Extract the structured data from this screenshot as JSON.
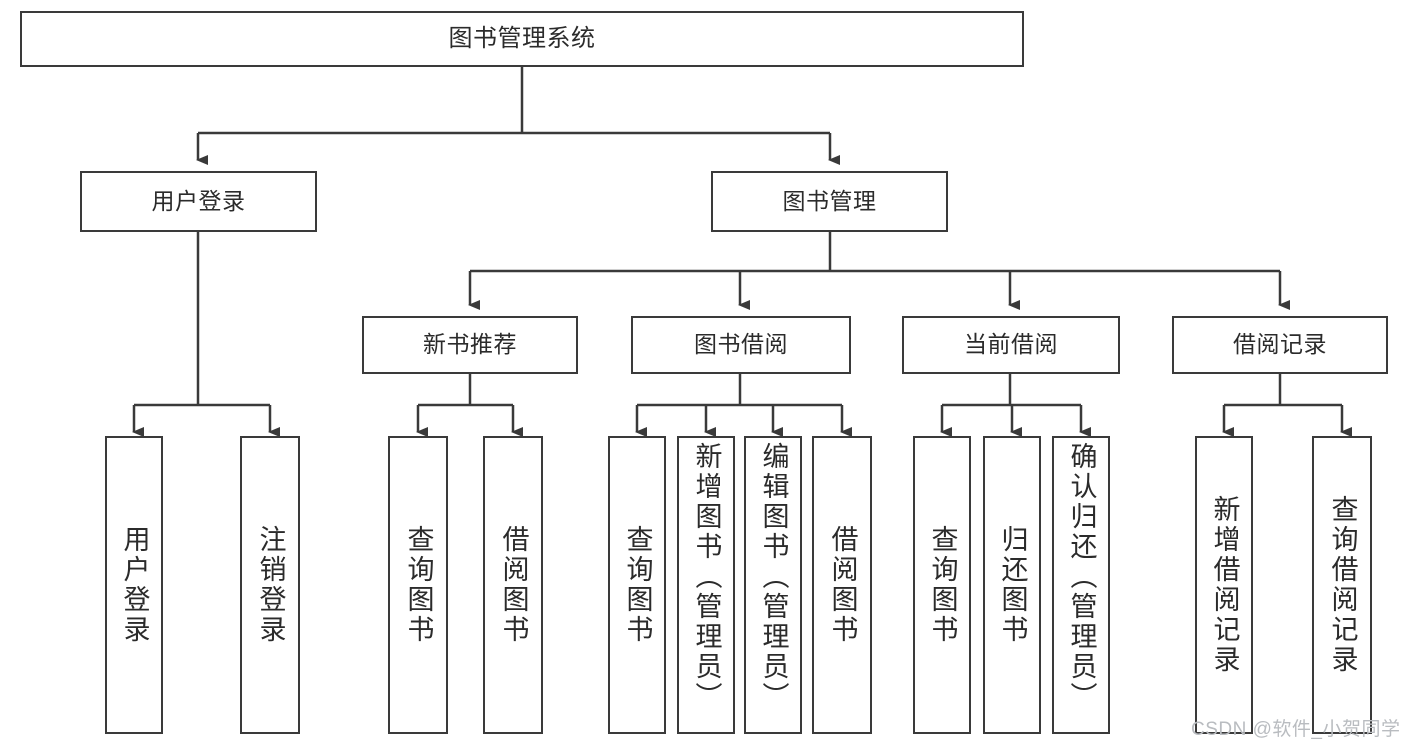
{
  "diagram": {
    "title": "图书管理系统",
    "type": "tree",
    "style": {
      "box_fill": "#ffffff",
      "box_border": "#3a3a3a",
      "text_color": "#2b2b2b",
      "edge_color": "#3a3a3a",
      "background": "#ffffff",
      "watermark_color": "#b9bcc0"
    },
    "nodes": {
      "root": {
        "label": "图书管理系统"
      },
      "tier2": [
        {
          "id": "user_login",
          "label": "用户登录"
        },
        {
          "id": "book_manage",
          "label": "图书管理"
        }
      ],
      "tier3": [
        {
          "id": "new_book_rec",
          "label": "新书推荐"
        },
        {
          "id": "book_borrow",
          "label": "图书借阅"
        },
        {
          "id": "current_borrow",
          "label": "当前借阅"
        },
        {
          "id": "borrow_record",
          "label": "借阅记录"
        }
      ],
      "leaves": {
        "user_login": [
          {
            "id": "leaf_login",
            "label": "用户登录"
          },
          {
            "id": "leaf_logout",
            "label": "注销登录"
          }
        ],
        "new_book_rec": [
          {
            "id": "leaf_query_book_1",
            "label": "查询图书"
          },
          {
            "id": "leaf_borrow_book_1",
            "label": "借阅图书"
          }
        ],
        "book_borrow": [
          {
            "id": "leaf_query_book_2",
            "label": "查询图书"
          },
          {
            "id": "leaf_add_book",
            "label": "新增图书（管理员）"
          },
          {
            "id": "leaf_edit_book",
            "label": "编辑图书（管理员）"
          },
          {
            "id": "leaf_borrow_book_2",
            "label": "借阅图书"
          }
        ],
        "current_borrow": [
          {
            "id": "leaf_query_book_3",
            "label": "查询图书"
          },
          {
            "id": "leaf_return_book",
            "label": "归还图书"
          },
          {
            "id": "leaf_confirm_return",
            "label": "确认归还（管理员）"
          }
        ],
        "borrow_record": [
          {
            "id": "leaf_add_record",
            "label": "新增借阅记录"
          },
          {
            "id": "leaf_query_record",
            "label": "查询借阅记录"
          }
        ]
      }
    },
    "watermark": "CSDN @软件_小贺同学"
  }
}
